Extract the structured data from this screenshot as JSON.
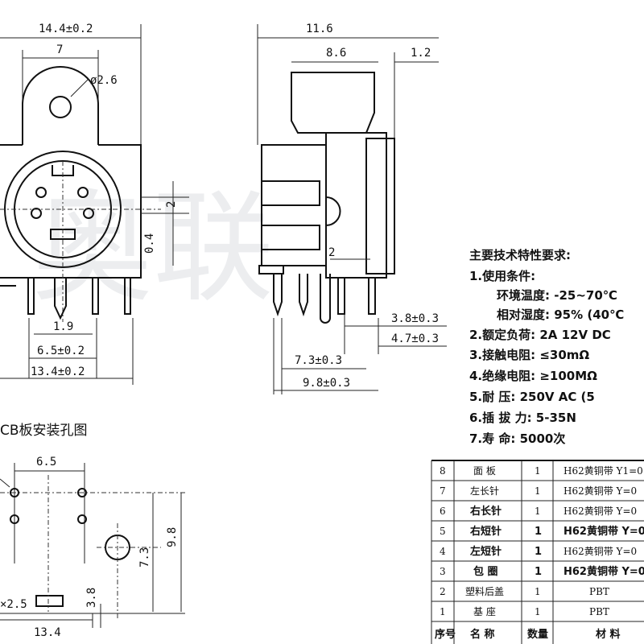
{
  "dims": {
    "front_width": "14.4±0.2",
    "front_7": "7",
    "hole_dia": "ø2.6",
    "pin_2": "2",
    "pin_04": "0.4",
    "pin_19": "1.9",
    "pin_65": "6.5±0.2",
    "base_134": "13.4±0.2",
    "side_116": "11.6",
    "side_86": "8.6",
    "side_12": "1.2",
    "side_2": "2",
    "side_38": "3.8±0.3",
    "side_47": "4.7±0.3",
    "side_73": "7.3±0.3",
    "side_98": "9.8±0.3",
    "pcb_65": "6.5",
    "pcb_25": "×2.5",
    "pcb_38": "3.8",
    "pcb_73": "7.3",
    "pcb_98": "9.8",
    "pcb_134": "13.4"
  },
  "pcb_title": "CB板安装孔图",
  "spec": {
    "title": "主要技术特性要求:",
    "lines": [
      "1.使用条件:",
      "环境温度: -25~70℃",
      "相对湿度: 95% (40℃",
      "2.额定负荷: 2A 12V DC",
      "3.接触电阻: ≤30mΩ",
      "4.绝缘电阻: ≥100MΩ",
      "5.耐    压: 250V AC (5",
      "6.插 拔 力: 5-35N",
      "7.寿    命: 5000次"
    ]
  },
  "bom": {
    "rows": [
      {
        "no": "8",
        "name": "面 板",
        "qty": "1",
        "mat": "H62黄铜带 Y1=0"
      },
      {
        "no": "7",
        "name": "左长针",
        "qty": "1",
        "mat": "H62黄铜带 Y=0"
      },
      {
        "no": "6",
        "name": "右长针",
        "qty": "1",
        "mat": "H62黄铜带 Y=0"
      },
      {
        "no": "5",
        "name": "右短针",
        "qty": "1",
        "mat": "H62黄铜带 Y=0"
      },
      {
        "no": "4",
        "name": "左短针",
        "qty": "1",
        "mat": "H62黄铜带 Y=0"
      },
      {
        "no": "3",
        "name": "包 圈",
        "qty": "1",
        "mat": "H62黄铜带 Y=0"
      },
      {
        "no": "2",
        "name": "塑料后盖",
        "qty": "1",
        "mat": "PBT"
      },
      {
        "no": "1",
        "name": "基 座",
        "qty": "1",
        "mat": "PBT"
      }
    ],
    "header": {
      "no": "序号",
      "name": "名 称",
      "qty": "数量",
      "mat": "材 料"
    }
  },
  "watermark": "奥联"
}
